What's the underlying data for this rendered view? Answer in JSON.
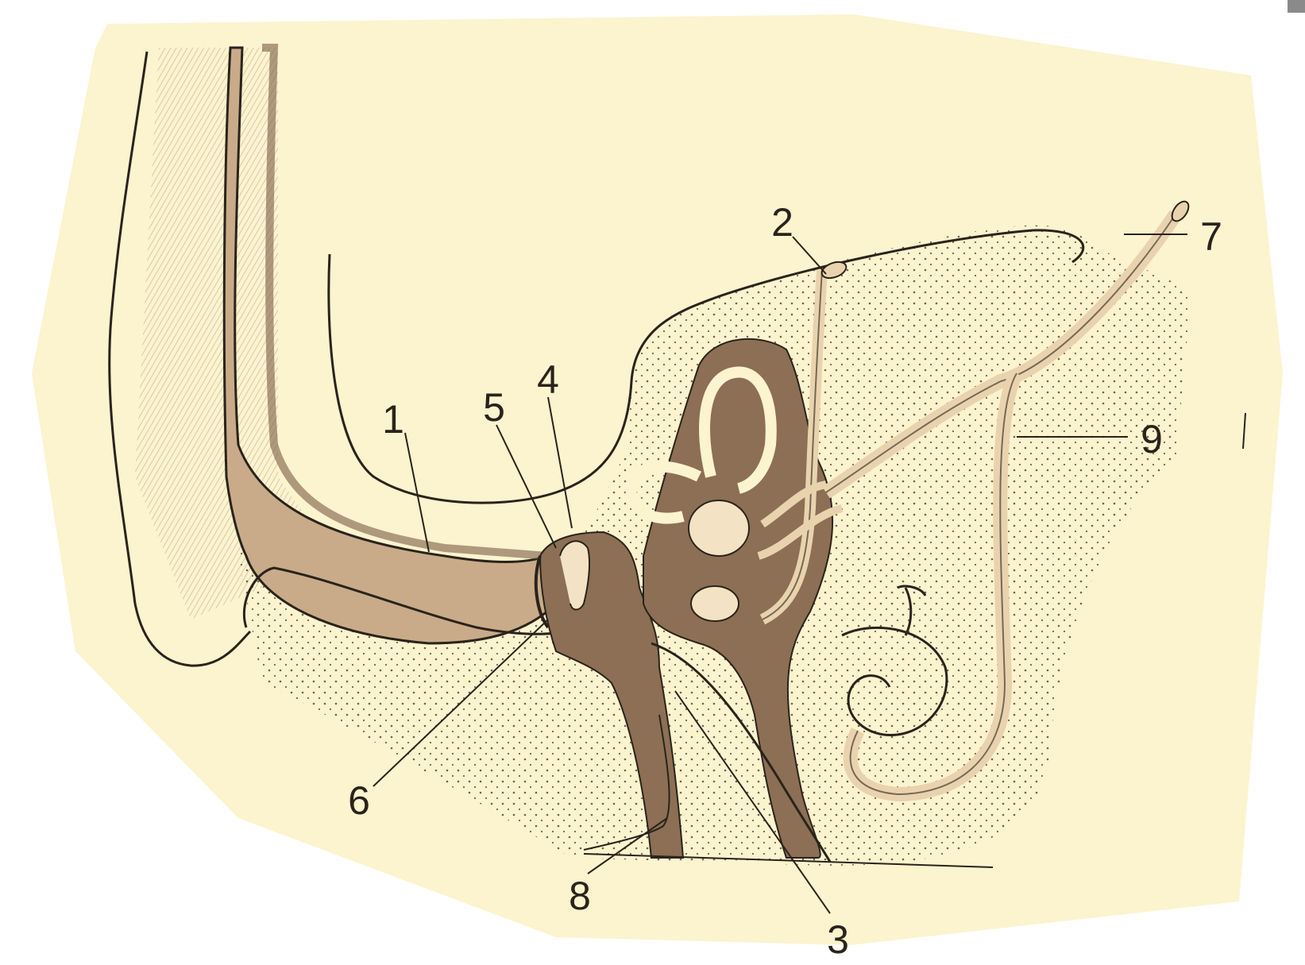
{
  "colors": {
    "background": "#ffffff",
    "paper": "#fcf3cf",
    "ink": "#2a231b",
    "tissue_dark": "#8c6f55",
    "tissue_mid": "#b89a7d",
    "dots": "#5a4a3a"
  },
  "labels": [
    {
      "id": "1",
      "text": "1"
    },
    {
      "id": "2",
      "text": "2"
    },
    {
      "id": "3",
      "text": "3"
    },
    {
      "id": "4",
      "text": "4"
    },
    {
      "id": "5",
      "text": "5"
    },
    {
      "id": "6",
      "text": "6"
    },
    {
      "id": "7",
      "text": "7"
    },
    {
      "id": "8",
      "text": "8"
    },
    {
      "id": "9",
      "text": "9"
    }
  ]
}
